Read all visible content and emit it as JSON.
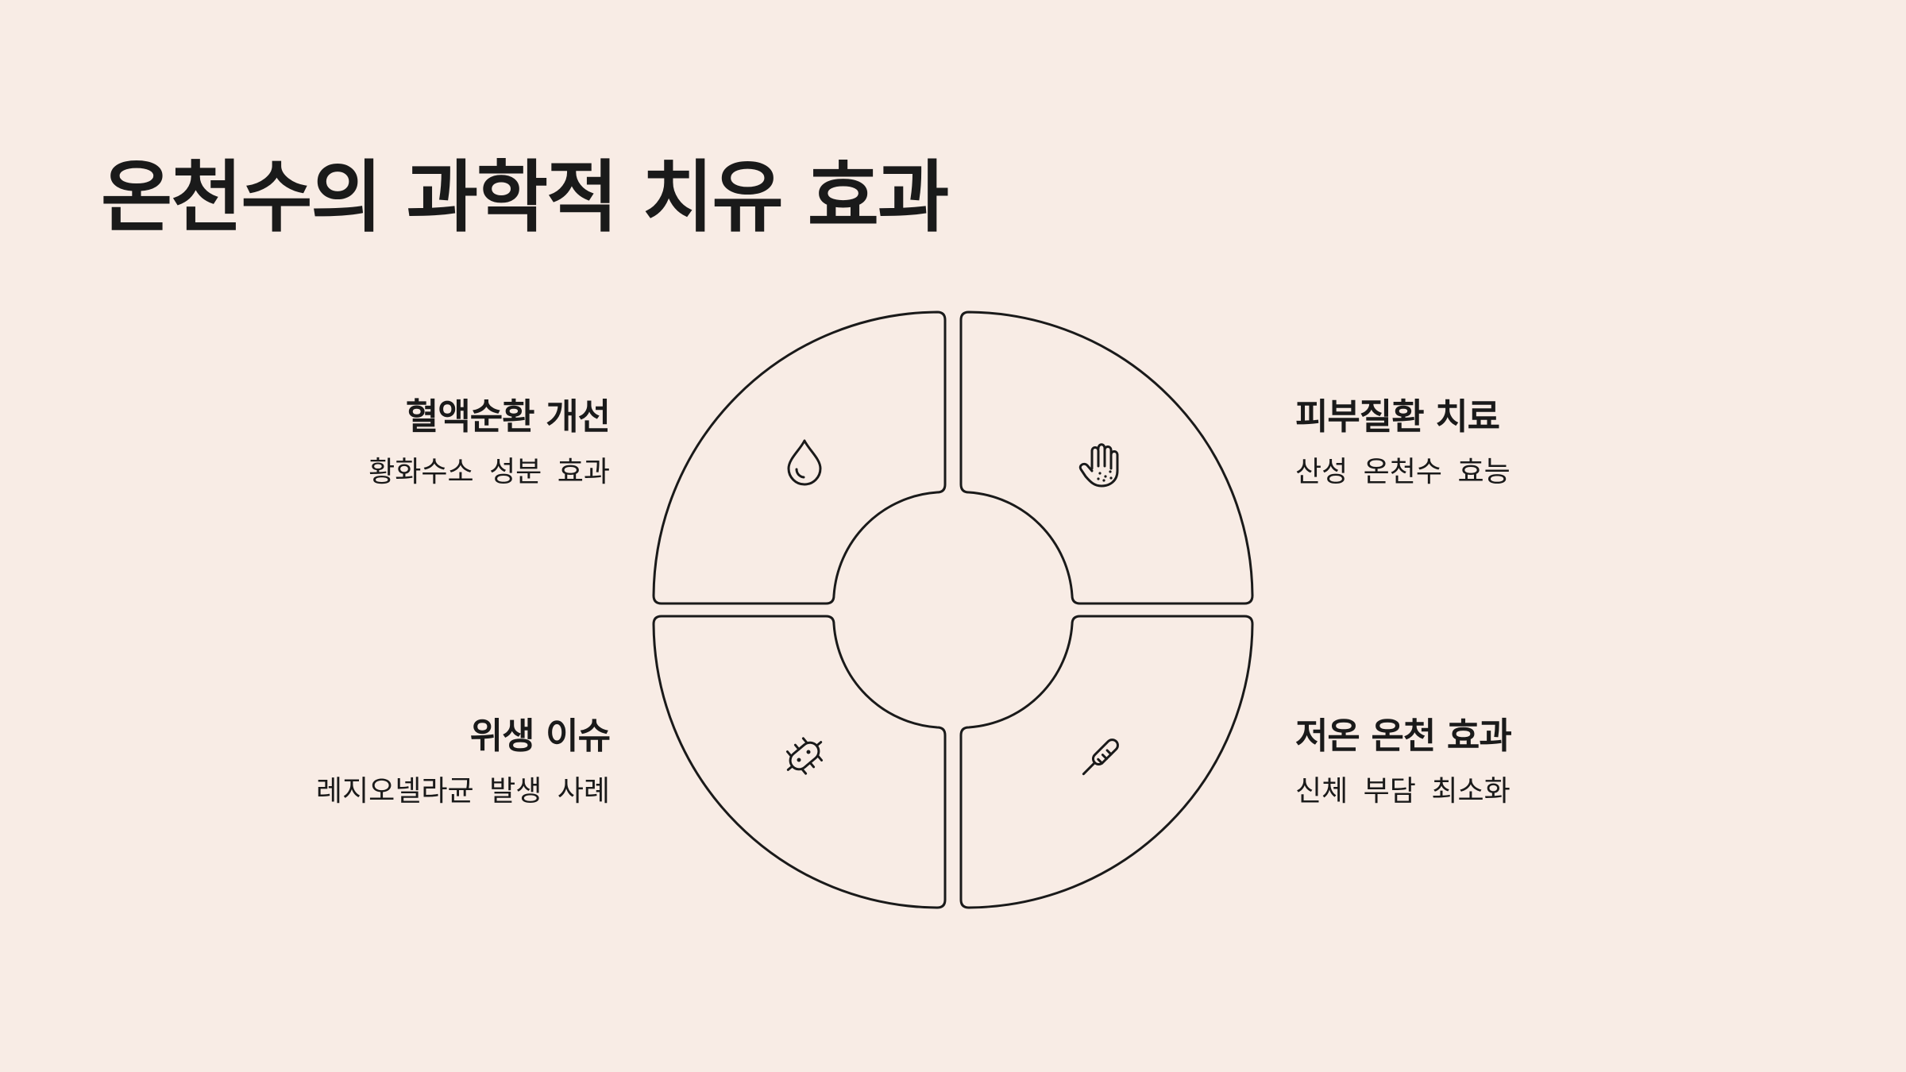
{
  "title": "온천수의 과학적 치유 효과",
  "quadrants": [
    {
      "position": "top-left",
      "title": "혈액순환 개선",
      "desc": "황화수소 성분 효과",
      "icon": "water-drop-icon"
    },
    {
      "position": "top-right",
      "title": "피부질환 치료",
      "desc": "산성 온천수 효능",
      "icon": "hand-icon"
    },
    {
      "position": "bottom-left",
      "title": "위생 이슈",
      "desc": "레지오넬라균 발생 사례",
      "icon": "bacteria-icon"
    },
    {
      "position": "bottom-right",
      "title": "저온 온천 효과",
      "desc": "신체 부담 최소화",
      "icon": "thermometer-icon"
    }
  ],
  "colors": {
    "background": "#F8ECE5",
    "stroke": "#1A1A1A",
    "text": "#1A1A1A"
  }
}
